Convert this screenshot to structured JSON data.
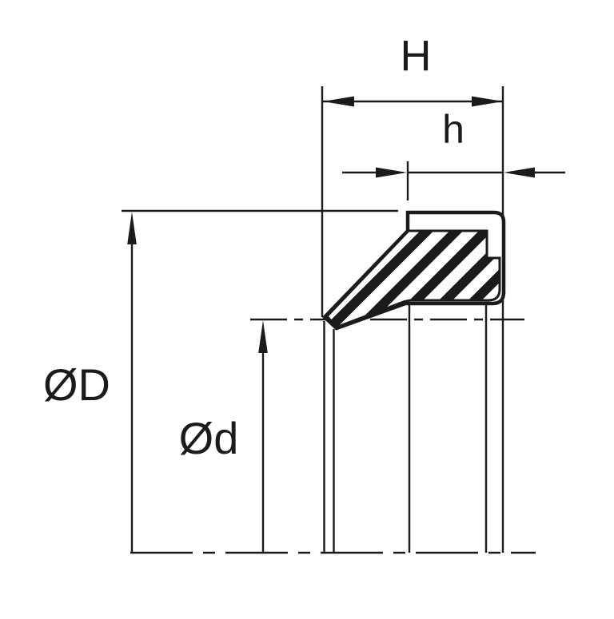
{
  "diagram": {
    "type": "seal-cross-section-technical-drawing",
    "labels": {
      "total_width": "H",
      "lip_width": "h",
      "outer_diameter": "ØD",
      "inner_diameter": "Ød"
    },
    "colors": {
      "ink": "#1b1b1b",
      "background": "#ffffff"
    }
  }
}
